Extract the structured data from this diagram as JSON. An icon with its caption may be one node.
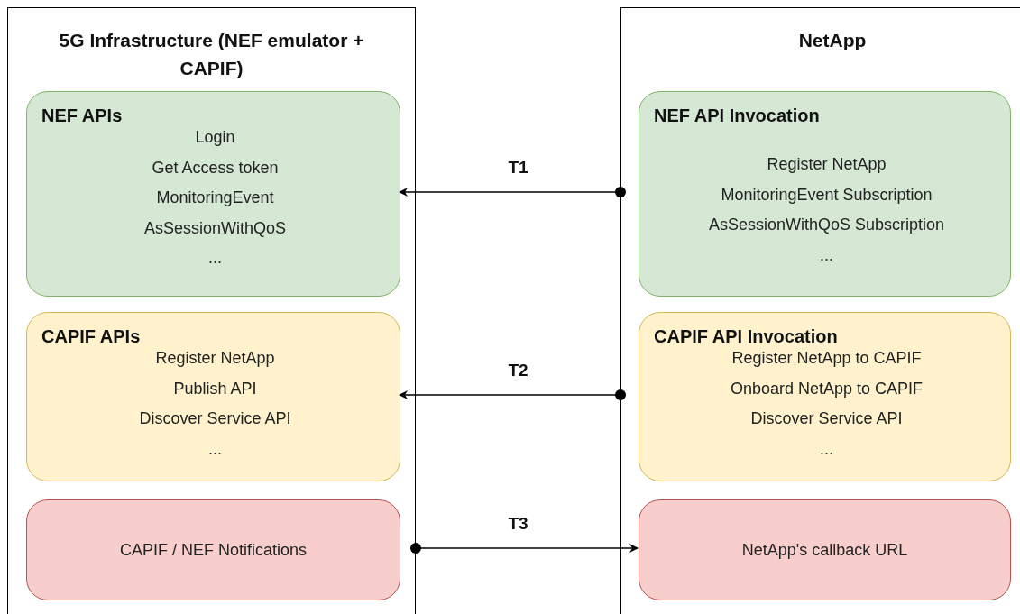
{
  "diagram": {
    "nodes": [
      {
        "text": [
          "5G Infrastructure (NEF emulator + CAPIF)"
        ]
      },
      {
        "text": [
          "NEF APIs",
          "Login",
          "Get Access token",
          "MonitoringEvent",
          "AsSessionWithQoS",
          "..."
        ],
        "in": 0
      },
      {
        "text": [
          "CAPIF APIs",
          "Register NetApp",
          "Publish API",
          "Discover Service API",
          "..."
        ],
        "in": 0
      },
      {
        "text": [
          "CAPIF / NEF Notifications"
        ],
        "in": 0
      },
      {
        "text": [
          "NetApp"
        ]
      },
      {
        "text": [
          "NEF API Invocation",
          "Register NetApp",
          "MonitoringEvent Subscription",
          "AsSessionWithQoS Subscription",
          "..."
        ],
        "in": 4
      },
      {
        "text": [
          "CAPIF API Invocation",
          "Register NetApp to CAPIF",
          "Onboard NetApp to CAPIF",
          "Discover Service API",
          "..."
        ],
        "in": 4
      },
      {
        "text": [
          "NetApp's callback URL"
        ],
        "in": 4
      }
    ],
    "edges": [
      {
        "from": 4,
        "to": 1,
        "arrow": "to",
        "label": "T1"
      },
      {
        "from": 4,
        "to": 2,
        "arrow": "to",
        "label": "T2"
      },
      {
        "from": 0,
        "to": 7,
        "arrow": "to",
        "label": "T3"
      }
    ]
  }
}
